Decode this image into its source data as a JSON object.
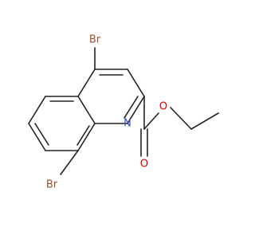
{
  "molecule": {
    "atoms": [
      {
        "id": "br4",
        "symbol": "Br",
        "color": "#a0522d"
      },
      {
        "id": "br8",
        "symbol": "Br",
        "color": "#a0522d"
      },
      {
        "id": "n1",
        "symbol": "N",
        "color": "#2f4fd6"
      },
      {
        "id": "o-ester",
        "symbol": "O",
        "color": "#e00000"
      },
      {
        "id": "o-carbonyl",
        "symbol": "O",
        "color": "#e00000"
      }
    ]
  }
}
